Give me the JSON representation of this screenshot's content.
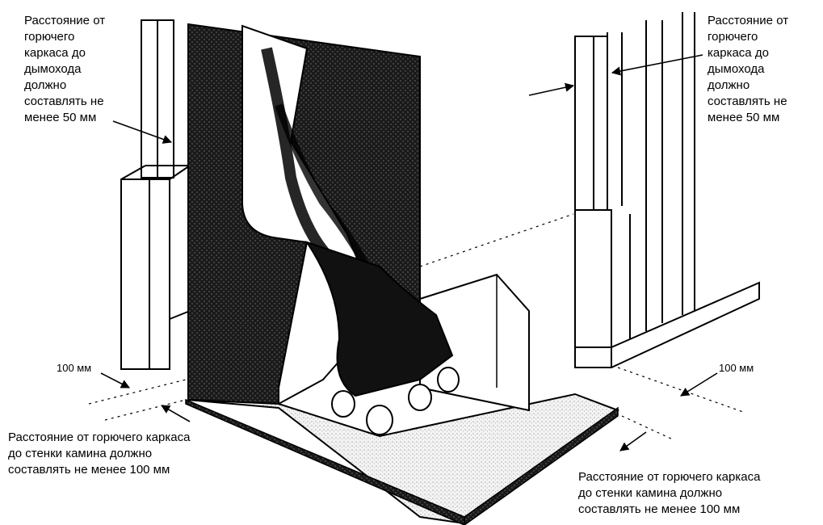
{
  "labels": {
    "top_left": "Расстояние от\nгорючего\nкаркаса до\nдымохода\nдолжно\nсоставлять не\nменее 50 мм",
    "top_right": "Расстояние от\nгорючего\nкаркаса до\nдымохода\nдолжно\nсоставлять не\nменее 50 мм",
    "bottom_left": "Расстояние от горючего каркаса\nдо стенки камина должно\nсоставлять не менее 100 мм",
    "bottom_right": "Расстояние от горючего каркаса\nдо стенки камина должно\nсоставлять не менее 100 мм",
    "dim_left": "100 мм",
    "dim_right": "100 мм"
  },
  "colors": {
    "ink": "#111111",
    "paper": "#ffffff"
  }
}
